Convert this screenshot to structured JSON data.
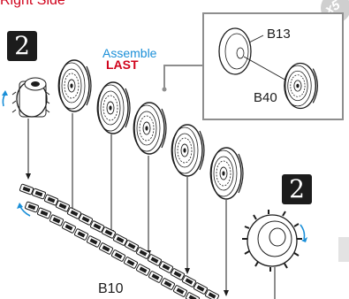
{
  "header": {
    "side_title": "Right Side"
  },
  "steps": {
    "left_number": "2",
    "right_number": "2"
  },
  "note": {
    "assemble": "Assemble",
    "last": "LAST"
  },
  "inset": {
    "part_top": "B13",
    "part_bottom": "B40"
  },
  "track": {
    "label": "B10"
  },
  "quantity_badge": {
    "text": "x5"
  },
  "colors": {
    "accent_red": "#d0021b",
    "accent_blue": "#1a8fd8",
    "ink": "#1c1c1c",
    "frame": "#8e8e8e"
  }
}
